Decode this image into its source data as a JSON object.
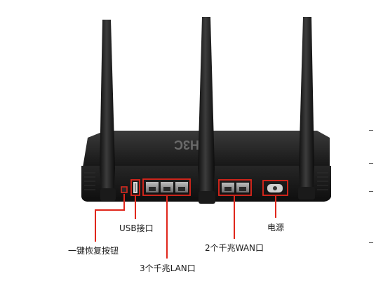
{
  "labels": {
    "usb": "USB接口",
    "power": "电源",
    "reset": "一键恢复按钮",
    "wan": "2个千兆WAN口",
    "lan": "3个千兆LAN口"
  },
  "logo_text": "H3C",
  "colors": {
    "callout": "#e0261b",
    "body": "#1c1c1c",
    "port_metal": "#9a9a9a",
    "background": "#ffffff"
  }
}
